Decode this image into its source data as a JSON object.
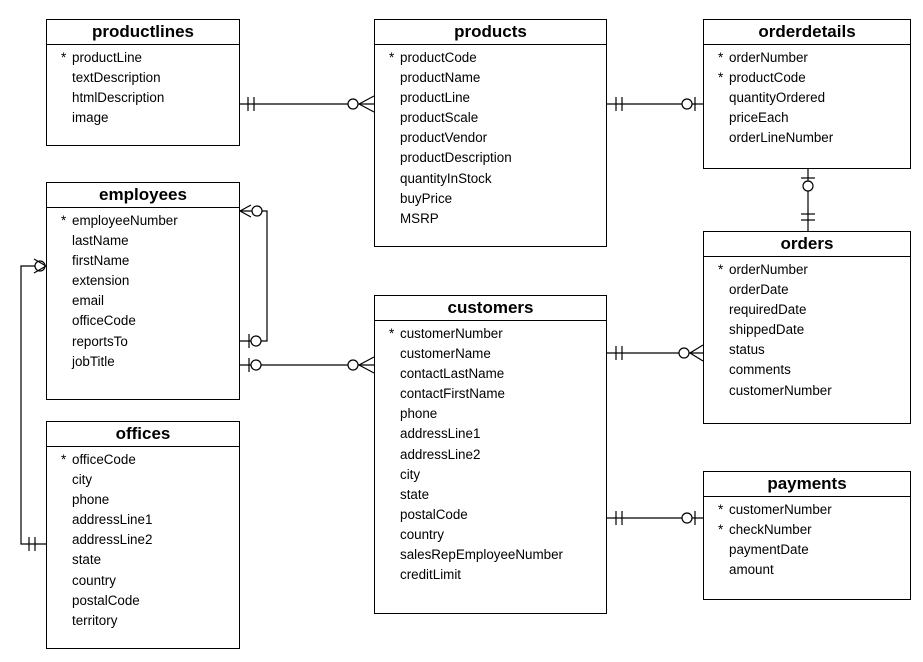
{
  "diagram": {
    "entities": [
      {
        "id": "productlines",
        "title": "productlines",
        "fields": [
          {
            "name": "productLine",
            "pk": true
          },
          {
            "name": "textDescription",
            "pk": false
          },
          {
            "name": "htmlDescription",
            "pk": false
          },
          {
            "name": "image",
            "pk": false
          }
        ]
      },
      {
        "id": "products",
        "title": "products",
        "fields": [
          {
            "name": "productCode",
            "pk": true
          },
          {
            "name": "productName",
            "pk": false
          },
          {
            "name": "productLine",
            "pk": false
          },
          {
            "name": "productScale",
            "pk": false
          },
          {
            "name": "productVendor",
            "pk": false
          },
          {
            "name": "productDescription",
            "pk": false
          },
          {
            "name": "quantityInStock",
            "pk": false
          },
          {
            "name": "buyPrice",
            "pk": false
          },
          {
            "name": "MSRP",
            "pk": false
          }
        ]
      },
      {
        "id": "orderdetails",
        "title": "orderdetails",
        "fields": [
          {
            "name": "orderNumber",
            "pk": true
          },
          {
            "name": "productCode",
            "pk": true
          },
          {
            "name": "quantityOrdered",
            "pk": false
          },
          {
            "name": "priceEach",
            "pk": false
          },
          {
            "name": "orderLineNumber",
            "pk": false
          }
        ]
      },
      {
        "id": "employees",
        "title": "employees",
        "fields": [
          {
            "name": "employeeNumber",
            "pk": true
          },
          {
            "name": "lastName",
            "pk": false
          },
          {
            "name": "firstName",
            "pk": false
          },
          {
            "name": "extension",
            "pk": false
          },
          {
            "name": "email",
            "pk": false
          },
          {
            "name": "officeCode",
            "pk": false
          },
          {
            "name": "reportsTo",
            "pk": false
          },
          {
            "name": "jobTitle",
            "pk": false
          }
        ]
      },
      {
        "id": "orders",
        "title": "orders",
        "fields": [
          {
            "name": "orderNumber",
            "pk": true
          },
          {
            "name": "orderDate",
            "pk": false
          },
          {
            "name": "requiredDate",
            "pk": false
          },
          {
            "name": "shippedDate",
            "pk": false
          },
          {
            "name": "status",
            "pk": false
          },
          {
            "name": "comments",
            "pk": false
          },
          {
            "name": "customerNumber",
            "pk": false
          }
        ]
      },
      {
        "id": "customers",
        "title": "customers",
        "fields": [
          {
            "name": "customerNumber",
            "pk": true
          },
          {
            "name": "customerName",
            "pk": false
          },
          {
            "name": "contactLastName",
            "pk": false
          },
          {
            "name": "contactFirstName",
            "pk": false
          },
          {
            "name": "phone",
            "pk": false
          },
          {
            "name": "addressLine1",
            "pk": false
          },
          {
            "name": "addressLine2",
            "pk": false
          },
          {
            "name": "city",
            "pk": false
          },
          {
            "name": "state",
            "pk": false
          },
          {
            "name": "postalCode",
            "pk": false
          },
          {
            "name": "country",
            "pk": false
          },
          {
            "name": "salesRepEmployeeNumber",
            "pk": false
          },
          {
            "name": "creditLimit",
            "pk": false
          }
        ]
      },
      {
        "id": "offices",
        "title": "offices",
        "fields": [
          {
            "name": "officeCode",
            "pk": true
          },
          {
            "name": "city",
            "pk": false
          },
          {
            "name": "phone",
            "pk": false
          },
          {
            "name": "addressLine1",
            "pk": false
          },
          {
            "name": "addressLine2",
            "pk": false
          },
          {
            "name": "state",
            "pk": false
          },
          {
            "name": "country",
            "pk": false
          },
          {
            "name": "postalCode",
            "pk": false
          },
          {
            "name": "territory",
            "pk": false
          }
        ]
      },
      {
        "id": "payments",
        "title": "payments",
        "fields": [
          {
            "name": "customerNumber",
            "pk": true
          },
          {
            "name": "checkNumber",
            "pk": true
          },
          {
            "name": "paymentDate",
            "pk": false
          },
          {
            "name": "amount",
            "pk": false
          }
        ]
      }
    ],
    "relationships": [
      {
        "from": "productlines",
        "from_card": "one-and-only-one",
        "to": "products",
        "to_card": "zero-or-many"
      },
      {
        "from": "products",
        "from_card": "one-and-only-one",
        "to": "orderdetails",
        "to_card": "zero-or-one"
      },
      {
        "from": "orderdetails",
        "from_card": "zero-or-one",
        "to": "orders",
        "to_card": "one-and-only-one"
      },
      {
        "from": "employees",
        "from_card": "zero-or-one",
        "to": "employees",
        "to_card": "zero-or-many"
      },
      {
        "from": "employees",
        "from_card": "zero-or-one",
        "to": "customers",
        "to_card": "zero-or-many"
      },
      {
        "from": "offices",
        "from_card": "one-and-only-one",
        "to": "employees",
        "to_card": "zero-or-many"
      },
      {
        "from": "customers",
        "from_card": "one-and-only-one",
        "to": "orders",
        "to_card": "zero-or-many"
      },
      {
        "from": "customers",
        "from_card": "one-and-only-one",
        "to": "payments",
        "to_card": "zero-or-one"
      }
    ]
  }
}
